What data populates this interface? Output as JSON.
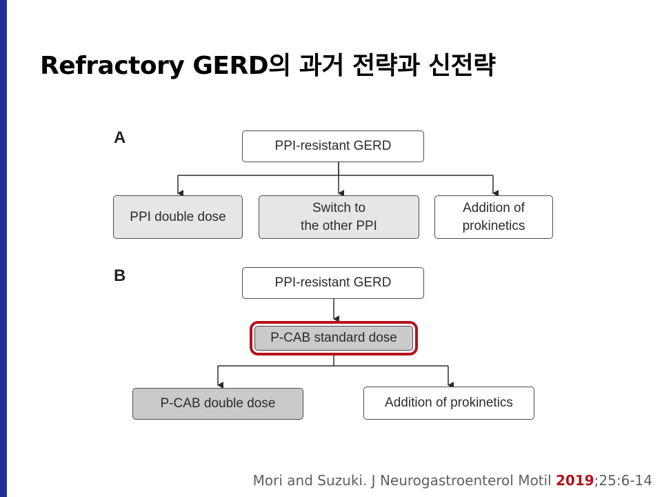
{
  "title": "Refractory GERD의 과거 전략과 신전략",
  "panel_a": {
    "letter": "A",
    "root": "PPI-resistant GERD",
    "options": [
      "PPI double dose",
      "Switch to\nthe other PPI",
      "Addition of\nprokinetics"
    ]
  },
  "panel_b": {
    "letter": "B",
    "root": "PPI-resistant GERD",
    "middle": "P-CAB standard dose",
    "options": [
      "P-CAB double dose",
      "Addition of prokinetics"
    ]
  },
  "citation": {
    "authors": "Mori and Suzuki. J Neurogastroenterol Motil ",
    "year": "2019",
    "rest": ";25:6-14"
  },
  "colors": {
    "accent": "#b5121b",
    "left_bar": "#1f2f9a"
  }
}
